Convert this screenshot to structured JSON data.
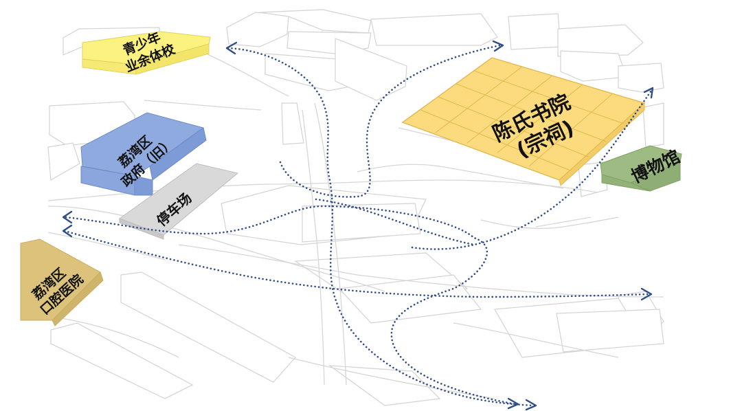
{
  "buildings": {
    "youth_sports_school": {
      "lines": [
        "青少年",
        "业余体校"
      ],
      "color": "#fbf280"
    },
    "old_government": {
      "lines": [
        "荔湾区",
        "政府（旧）"
      ],
      "color": "#8eaadf"
    },
    "parking_lot": {
      "lines": [
        "停车场"
      ],
      "color": "#d9d9d9"
    },
    "dental_hospital": {
      "lines": [
        "荔湾区",
        "口腔医院"
      ],
      "color": "#dcc27a"
    },
    "chen_clan_academy": {
      "lines": [
        "陈氏书院",
        "(宗祠)"
      ],
      "color": "#fcdb7f"
    },
    "museum": {
      "lines": [
        "博物馆"
      ],
      "color": "#9dbb83"
    }
  },
  "flow_color": "#2f4d86"
}
